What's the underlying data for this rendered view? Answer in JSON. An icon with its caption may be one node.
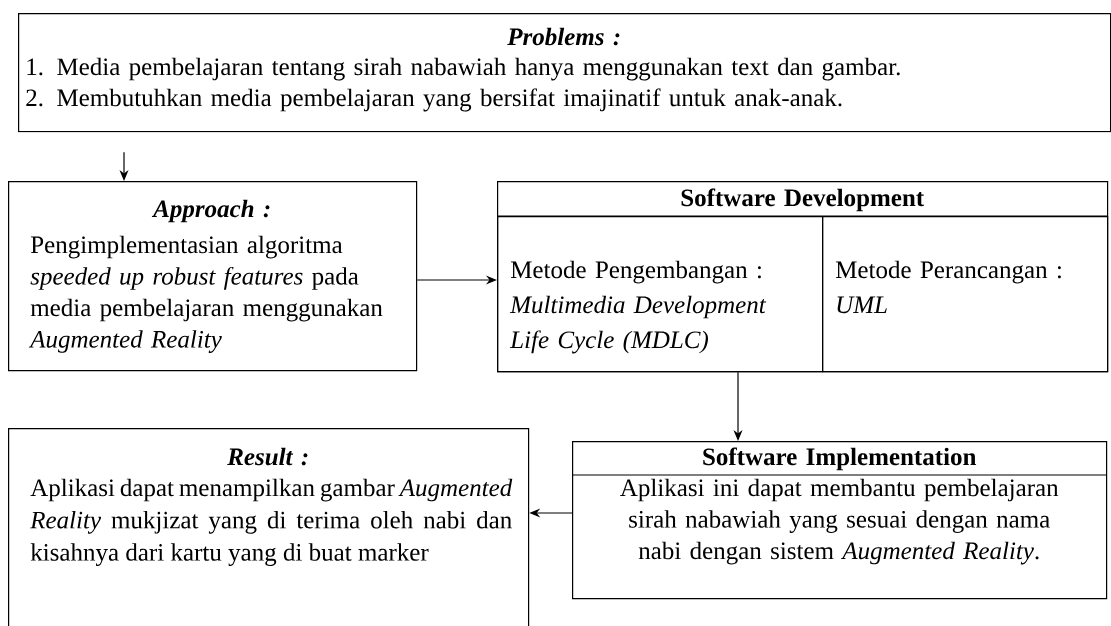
{
  "diagram": {
    "nodes": [
      {
        "text": [
          "Problems :",
          "1. Media pembelajaran tentang sirah nabawiah hanya menggunakan text dan gambar.",
          "2. Membutuhkan media pembelajaran yang bersifat imajinatif untuk anak-anak."
        ]
      },
      {
        "text": [
          "Approach :",
          "Pengimplementasian algoritma *speeded up robust features* pada media pembelajaran menggunakan *Augmented Reality*"
        ]
      },
      {
        "text": [
          "Software Development"
        ]
      },
      {
        "text": [
          "Metode Pengembangan : *Multimedia Development Life Cycle (MDLC)*"
        ],
        "in": 2
      },
      {
        "text": [
          "Metode Perancangan : *UML*"
        ],
        "in": 2
      },
      {
        "text": [
          "Software Implementation",
          "Aplikasi ini dapat membantu pembelajaran sirah nabawiah yang sesuai dengan nama nabi dengan sistem *Augmented Reality*."
        ]
      },
      {
        "text": [
          "Result :",
          "Aplikasi dapat menampilkan gambar *Augmented Reality* mukjizat yang di terima oleh nabi dan kisahnya dari kartu yang di buat marker"
        ]
      }
    ],
    "edges": [
      {
        "from": 0,
        "to": 1,
        "arrow": "to"
      },
      {
        "from": 1,
        "to": 2,
        "arrow": "to"
      },
      {
        "from": 2,
        "to": 5,
        "arrow": "to"
      },
      {
        "from": 5,
        "to": 6,
        "arrow": "to"
      }
    ]
  }
}
